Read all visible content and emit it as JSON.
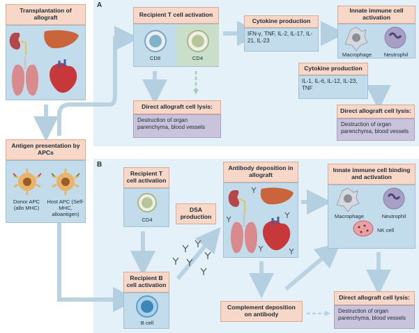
{
  "panel_a": {
    "tag": "A",
    "t_activation": {
      "title": "Recipient T cell activation",
      "cd8": "CD8",
      "cd4": "CD4"
    },
    "cytokine1": {
      "title": "Cytokine production",
      "list": "IFN-γ, TNF, IL-2, IL-17, IL-21, IL-23"
    },
    "innate": {
      "title": "Innate immune cell activation",
      "macrophage": "Macrophage",
      "neutrophil": "Neutrophil"
    },
    "cytokine2": {
      "title": "Cytokine production",
      "list": "IL-1, IL-6, IL-12, IL-23, TNF"
    },
    "lysis1": {
      "title": "Direct allograft cell lysis:",
      "desc": "Destruction of organ parenchyma, blood vessels"
    },
    "lysis2": {
      "title": "Direct allograft cell lysis:",
      "desc": "Destruction of organ parenchyma, blood vessels"
    }
  },
  "left": {
    "transplant": {
      "title": "Transplantation of allograft"
    },
    "antigen": {
      "title": "Antigen presentation by APCs",
      "donor": "Donor APC (allo MHC)",
      "host": "Host APC (Self-MHC, alloantigen)"
    }
  },
  "panel_b": {
    "tag": "B",
    "t_activation": {
      "title": "Recipient T cell activation",
      "cd4": "CD4"
    },
    "b_activation": {
      "title": "Recipient B cell activation",
      "bcell": "B cell"
    },
    "dsa": {
      "title": "DSA production"
    },
    "antibody": {
      "title": "Antibody deposition in allograft"
    },
    "complement": {
      "title": "Complement deposition on antibody"
    },
    "innate": {
      "title": "Innate immune cell binding and activation",
      "macrophage": "Macrophage",
      "neutrophil": "Neutrophil",
      "nk": "NK cell"
    },
    "lysis": {
      "title": "Direct allograft cell lysis:",
      "desc": "Destruction of organ parenchyma, blood vessels"
    }
  },
  "colors": {
    "panel": "#e4f1f8",
    "box": "#c3dcec",
    "header": "#f6d7c8",
    "lavender": "#c9c3dc",
    "arrow": "#b9d3e3"
  }
}
